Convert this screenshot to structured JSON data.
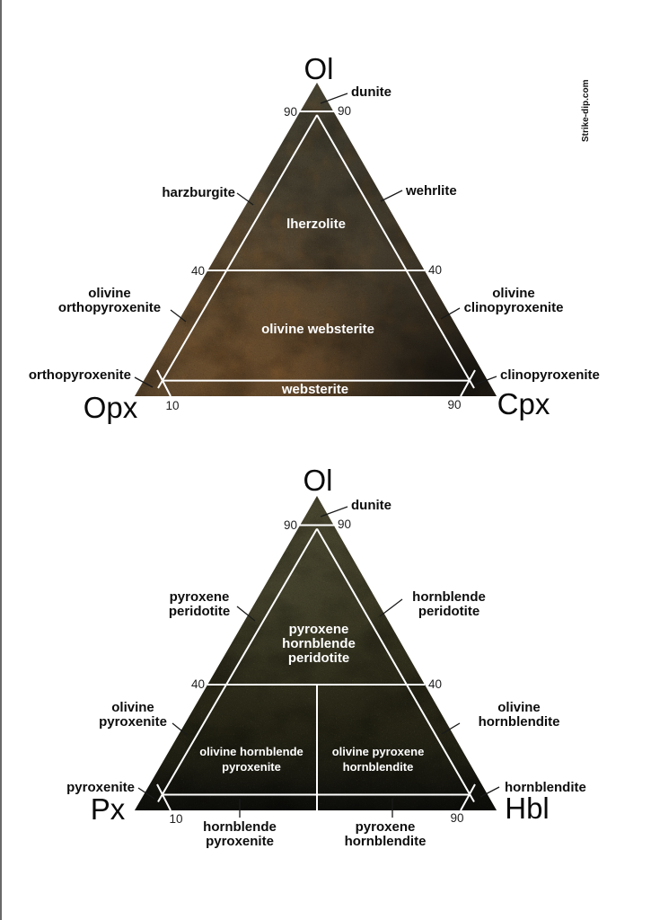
{
  "watermark": "Strike-dip.com",
  "colors": {
    "line_white": "#ffffff",
    "label_black": "#0d0d0d",
    "rock_olive": "#45422f",
    "rock_rust": "#7a5630",
    "rock_dark": "#1b1a14",
    "page_bg": "#ffffff"
  },
  "d1": {
    "apex": "Ol",
    "left_vertex": "Opx",
    "right_vertex": "Cpx",
    "ticks": {
      "top_left": "90",
      "top_right": "90",
      "mid_left": "40",
      "mid_right": "40",
      "base_left": "10",
      "base_right": "90"
    },
    "fields": {
      "dunite": "dunite",
      "harzburgite": "harzburgite",
      "wehrlite": "wehrlite",
      "lherzolite": "lherzolite",
      "olivine_orthopyroxenite": [
        "olivine",
        "orthopyroxenite"
      ],
      "olivine_websterite": "olivine websterite",
      "olivine_clinopyroxenite": [
        "olivine",
        "clinopyroxenite"
      ],
      "orthopyroxenite": "orthopyroxenite",
      "websterite": "websterite",
      "clinopyroxenite": "clinopyroxenite"
    }
  },
  "d2": {
    "apex": "Ol",
    "left_vertex": "Px",
    "right_vertex": "Hbl",
    "ticks": {
      "top_left": "90",
      "top_right": "90",
      "mid_left": "40",
      "mid_right": "40",
      "base_left": "10",
      "base_right": "90"
    },
    "fields": {
      "dunite": "dunite",
      "pyroxene_peridotite": [
        "pyroxene",
        "peridotite"
      ],
      "hornblende_peridotite": [
        "hornblende",
        "peridotite"
      ],
      "pyroxene_hornblende_peridotite": [
        "pyroxene",
        "hornblende",
        "peridotite"
      ],
      "olivine_pyroxenite": [
        "olivine",
        "pyroxenite"
      ],
      "olivine_hornblendite": [
        "olivine",
        "hornblendite"
      ],
      "olivine_hornblende_pyroxenite": [
        "olivine hornblende",
        "pyroxenite"
      ],
      "olivine_pyroxene_hornblendite": [
        "olivine pyroxene",
        "hornblendite"
      ],
      "pyroxenite": "pyroxenite",
      "hornblendite": "hornblendite",
      "hornblende_pyroxenite": [
        "hornblende",
        "pyroxenite"
      ],
      "pyroxene_hornblendite": [
        "pyroxene",
        "hornblendite"
      ]
    }
  }
}
